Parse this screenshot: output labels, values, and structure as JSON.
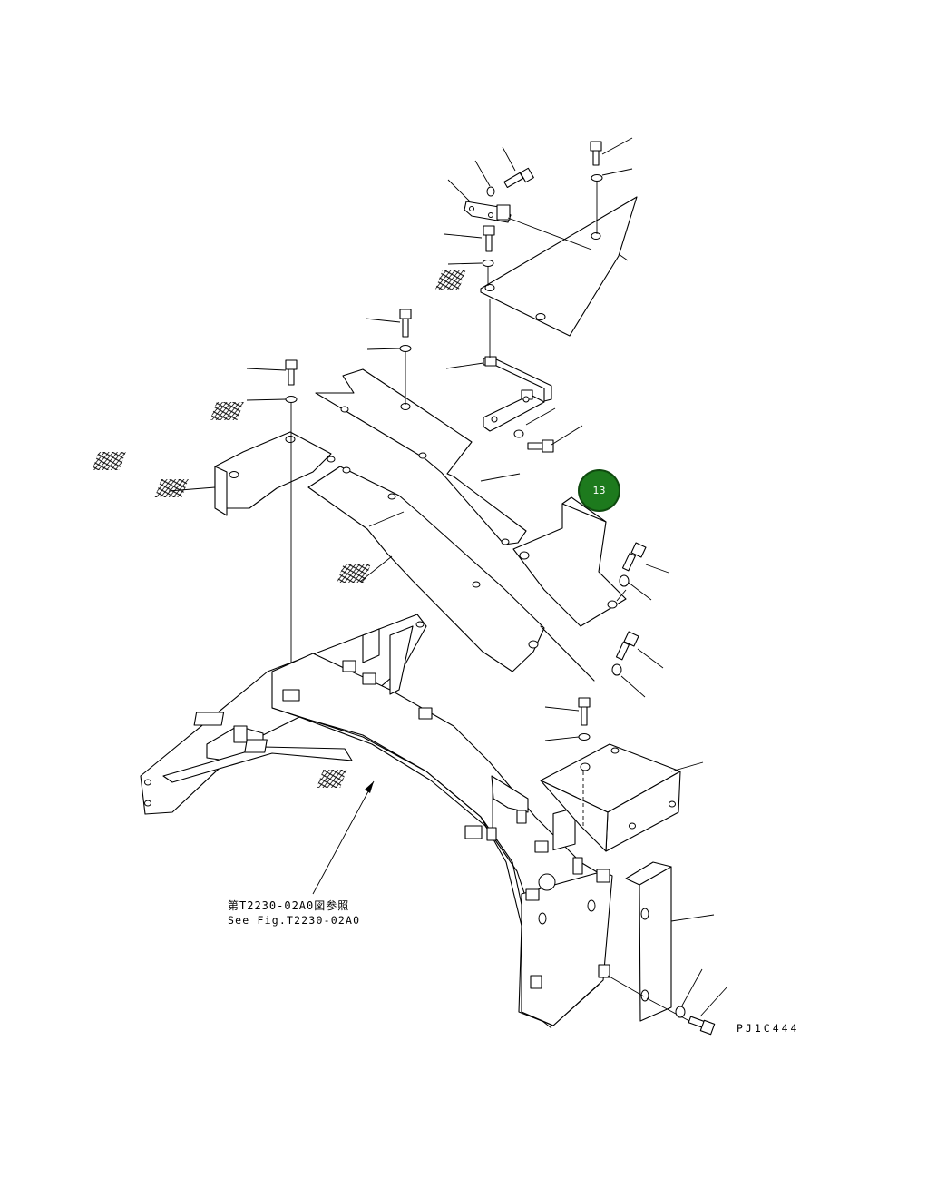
{
  "diagram": {
    "reference_note_jp": "第T2230-02A0図参照",
    "reference_note_en": "See Fig.T2230-02A0",
    "drawing_number": "PJ1C444",
    "highlighted_callout": {
      "label": "13",
      "color": "#1d7a1d"
    }
  }
}
